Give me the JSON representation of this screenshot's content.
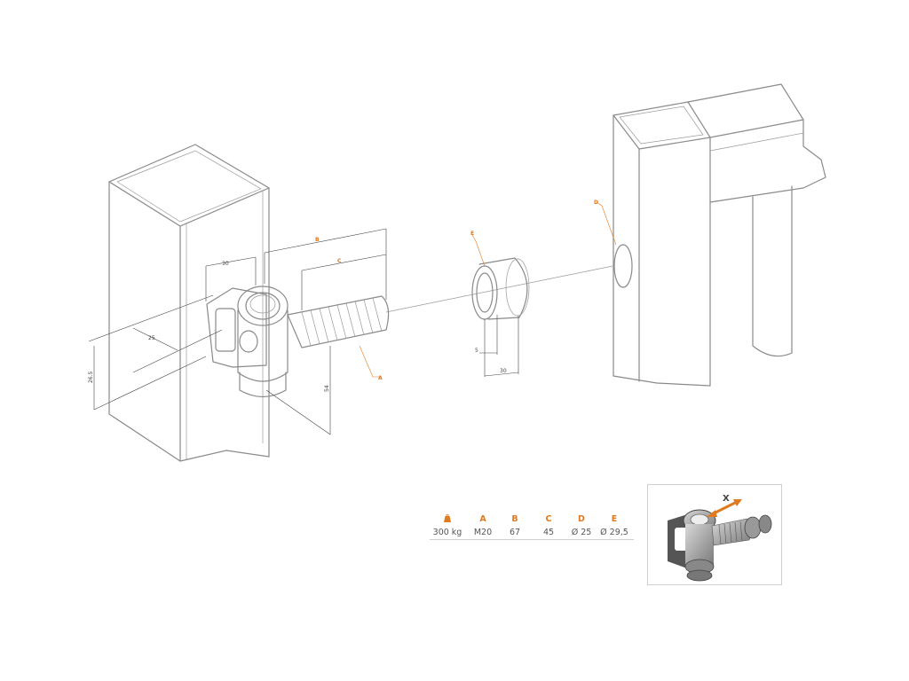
{
  "labels": {
    "A": "A",
    "B": "B",
    "C": "C",
    "D": "D",
    "E": "E"
  },
  "dimensions": {
    "d30_top": "30",
    "d25": "25",
    "d26_5": "26.5",
    "d54": "54",
    "d5": "5",
    "d30_bush": "30"
  },
  "spec_table": {
    "weight_icon": "weight-icon",
    "headers": [
      "A",
      "B",
      "C",
      "D",
      "E"
    ],
    "weight": "300 kg",
    "values": [
      "M20",
      "67",
      "45",
      "Ø 25",
      "Ø 29,5"
    ]
  },
  "inset": {
    "adjust_label": "X"
  },
  "colors": {
    "accent": "#e07a1f",
    "line": "#8a8a8a"
  }
}
